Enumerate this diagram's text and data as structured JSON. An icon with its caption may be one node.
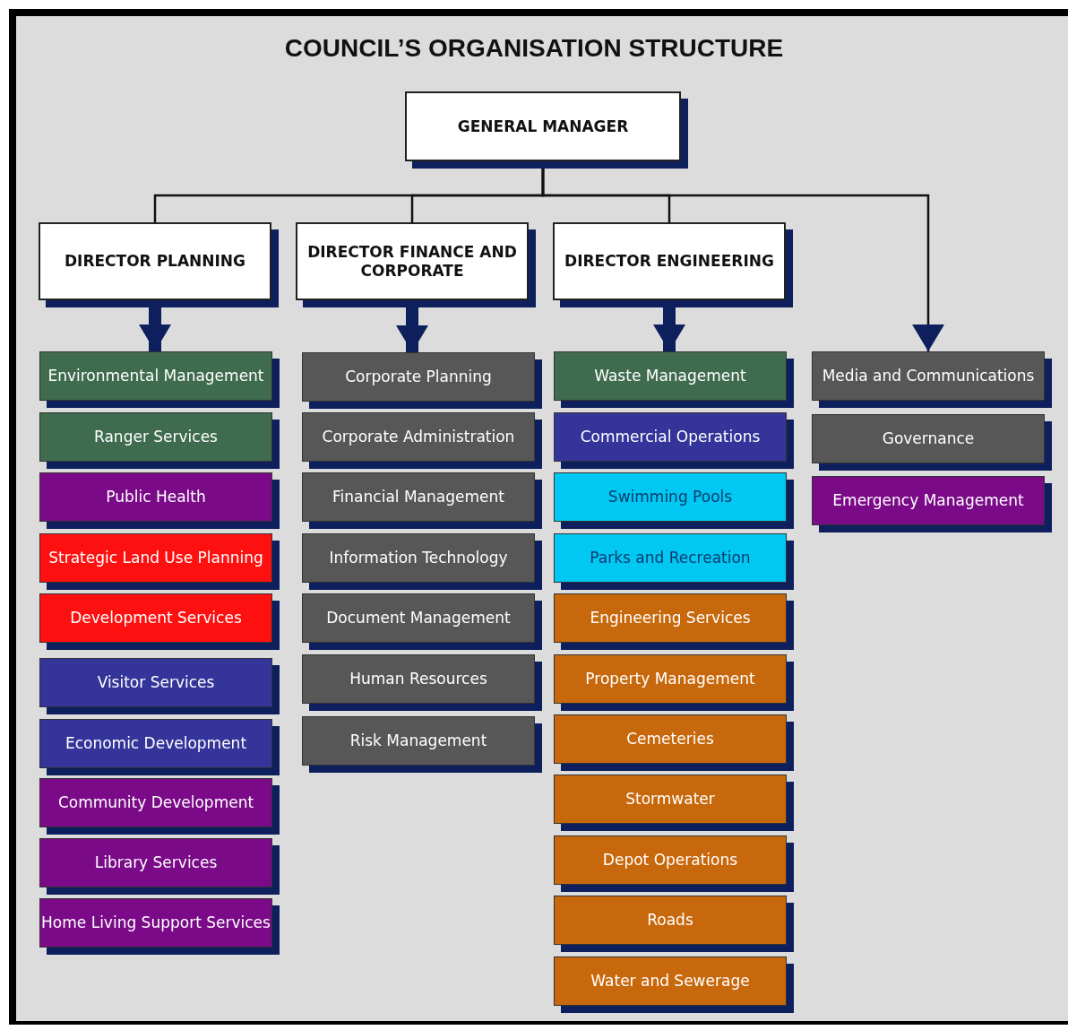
{
  "diagram": {
    "title": "COUNCIL’S ORGANISATION STRUCTURE",
    "nodes": [
      {
        "text": [
          "GENERAL MANAGER"
        ]
      },
      {
        "text": [
          "DIRECTOR PLANNING"
        ]
      },
      {
        "text": [
          "DIRECTOR FINANCE AND CORPORATE"
        ]
      },
      {
        "text": [
          "DIRECTOR ENGINEERING"
        ]
      },
      {
        "text": [
          "Environmental Management"
        ]
      },
      {
        "text": [
          "Ranger Services"
        ]
      },
      {
        "text": [
          "Public Health"
        ]
      },
      {
        "text": [
          "Strategic Land Use Planning"
        ]
      },
      {
        "text": [
          "Development Services"
        ]
      },
      {
        "text": [
          "Visitor Services"
        ]
      },
      {
        "text": [
          "Economic Development"
        ]
      },
      {
        "text": [
          "Community Development"
        ]
      },
      {
        "text": [
          "Library Services"
        ]
      },
      {
        "text": [
          "Home Living Support Services"
        ]
      },
      {
        "text": [
          "Corporate Planning"
        ]
      },
      {
        "text": [
          "Corporate Administration"
        ]
      },
      {
        "text": [
          "Financial Management"
        ]
      },
      {
        "text": [
          "Information Technology"
        ]
      },
      {
        "text": [
          "Document Management"
        ]
      },
      {
        "text": [
          "Human Resources"
        ]
      },
      {
        "text": [
          "Risk Management"
        ]
      },
      {
        "text": [
          "Waste Management"
        ]
      },
      {
        "text": [
          "Commercial Operations"
        ]
      },
      {
        "text": [
          "Swimming Pools"
        ]
      },
      {
        "text": [
          "Parks and Recreation"
        ]
      },
      {
        "text": [
          "Engineering Services"
        ]
      },
      {
        "text": [
          "Property Management"
        ]
      },
      {
        "text": [
          "Cemeteries"
        ]
      },
      {
        "text": [
          "Stormwater"
        ]
      },
      {
        "text": [
          "Depot Operations"
        ]
      },
      {
        "text": [
          "Roads"
        ]
      },
      {
        "text": [
          "Water and Sewerage"
        ]
      },
      {
        "text": [
          "Media and Communications"
        ]
      },
      {
        "text": [
          "Governance"
        ]
      },
      {
        "text": [
          "Emergency Management"
        ]
      }
    ],
    "edges": [
      {
        "from": 0,
        "to": 1,
        "arrow": "none"
      },
      {
        "from": 0,
        "to": 2,
        "arrow": "none"
      },
      {
        "from": 0,
        "to": 3,
        "arrow": "none"
      },
      {
        "from": 0,
        "to": 32,
        "arrow": "to"
      },
      {
        "from": 1,
        "to": 4,
        "arrow": "to",
        "style": "thick",
        "color": "#0d1f5c"
      },
      {
        "from": 2,
        "to": 14,
        "arrow": "to",
        "style": "thick",
        "color": "#0d1f5c"
      },
      {
        "from": 3,
        "to": 21,
        "arrow": "to",
        "style": "thick",
        "color": "#0d1f5c"
      }
    ]
  }
}
